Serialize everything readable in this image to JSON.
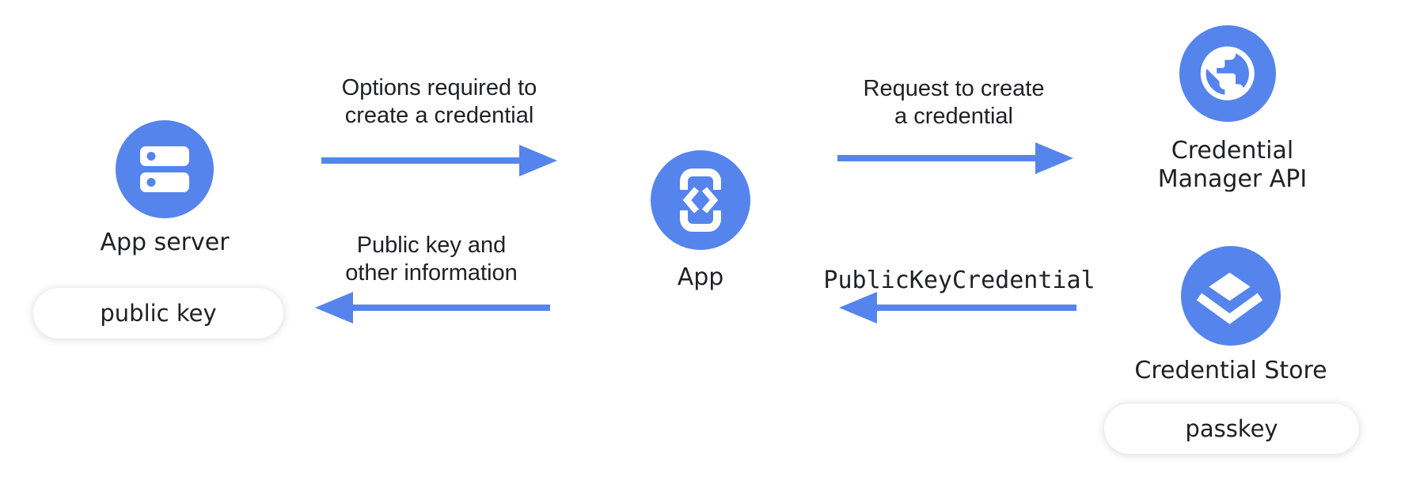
{
  "colors": {
    "accent_blue": "#5584EC",
    "text_dark": "#202124",
    "pill_bg": "#ffffff"
  },
  "nodes": {
    "app_server": {
      "label": "App server",
      "icon": "server-icon",
      "tag": "public key"
    },
    "app": {
      "label": "App",
      "icon": "phone-code-icon"
    },
    "credential_manager_api": {
      "label": "Credential\nManager API",
      "icon": "globe-icon"
    },
    "credential_store": {
      "label": "Credential Store",
      "icon": "layers-icon",
      "tag": "passkey"
    }
  },
  "arrows": [
    {
      "id": "options",
      "from": "App server",
      "to": "App",
      "direction": "right",
      "label": "Options required to\ncreate a credential"
    },
    {
      "id": "request",
      "from": "App",
      "to": "Credential Manager API",
      "direction": "right",
      "label": "Request to create\na credential"
    },
    {
      "id": "public-key-info",
      "from": "App",
      "to": "App server",
      "direction": "left",
      "label": "Public key and\nother information"
    },
    {
      "id": "public-key-credential",
      "from": "Credential Store",
      "to": "App",
      "direction": "left",
      "label": "PublicKeyCredential",
      "mono": true
    }
  ]
}
